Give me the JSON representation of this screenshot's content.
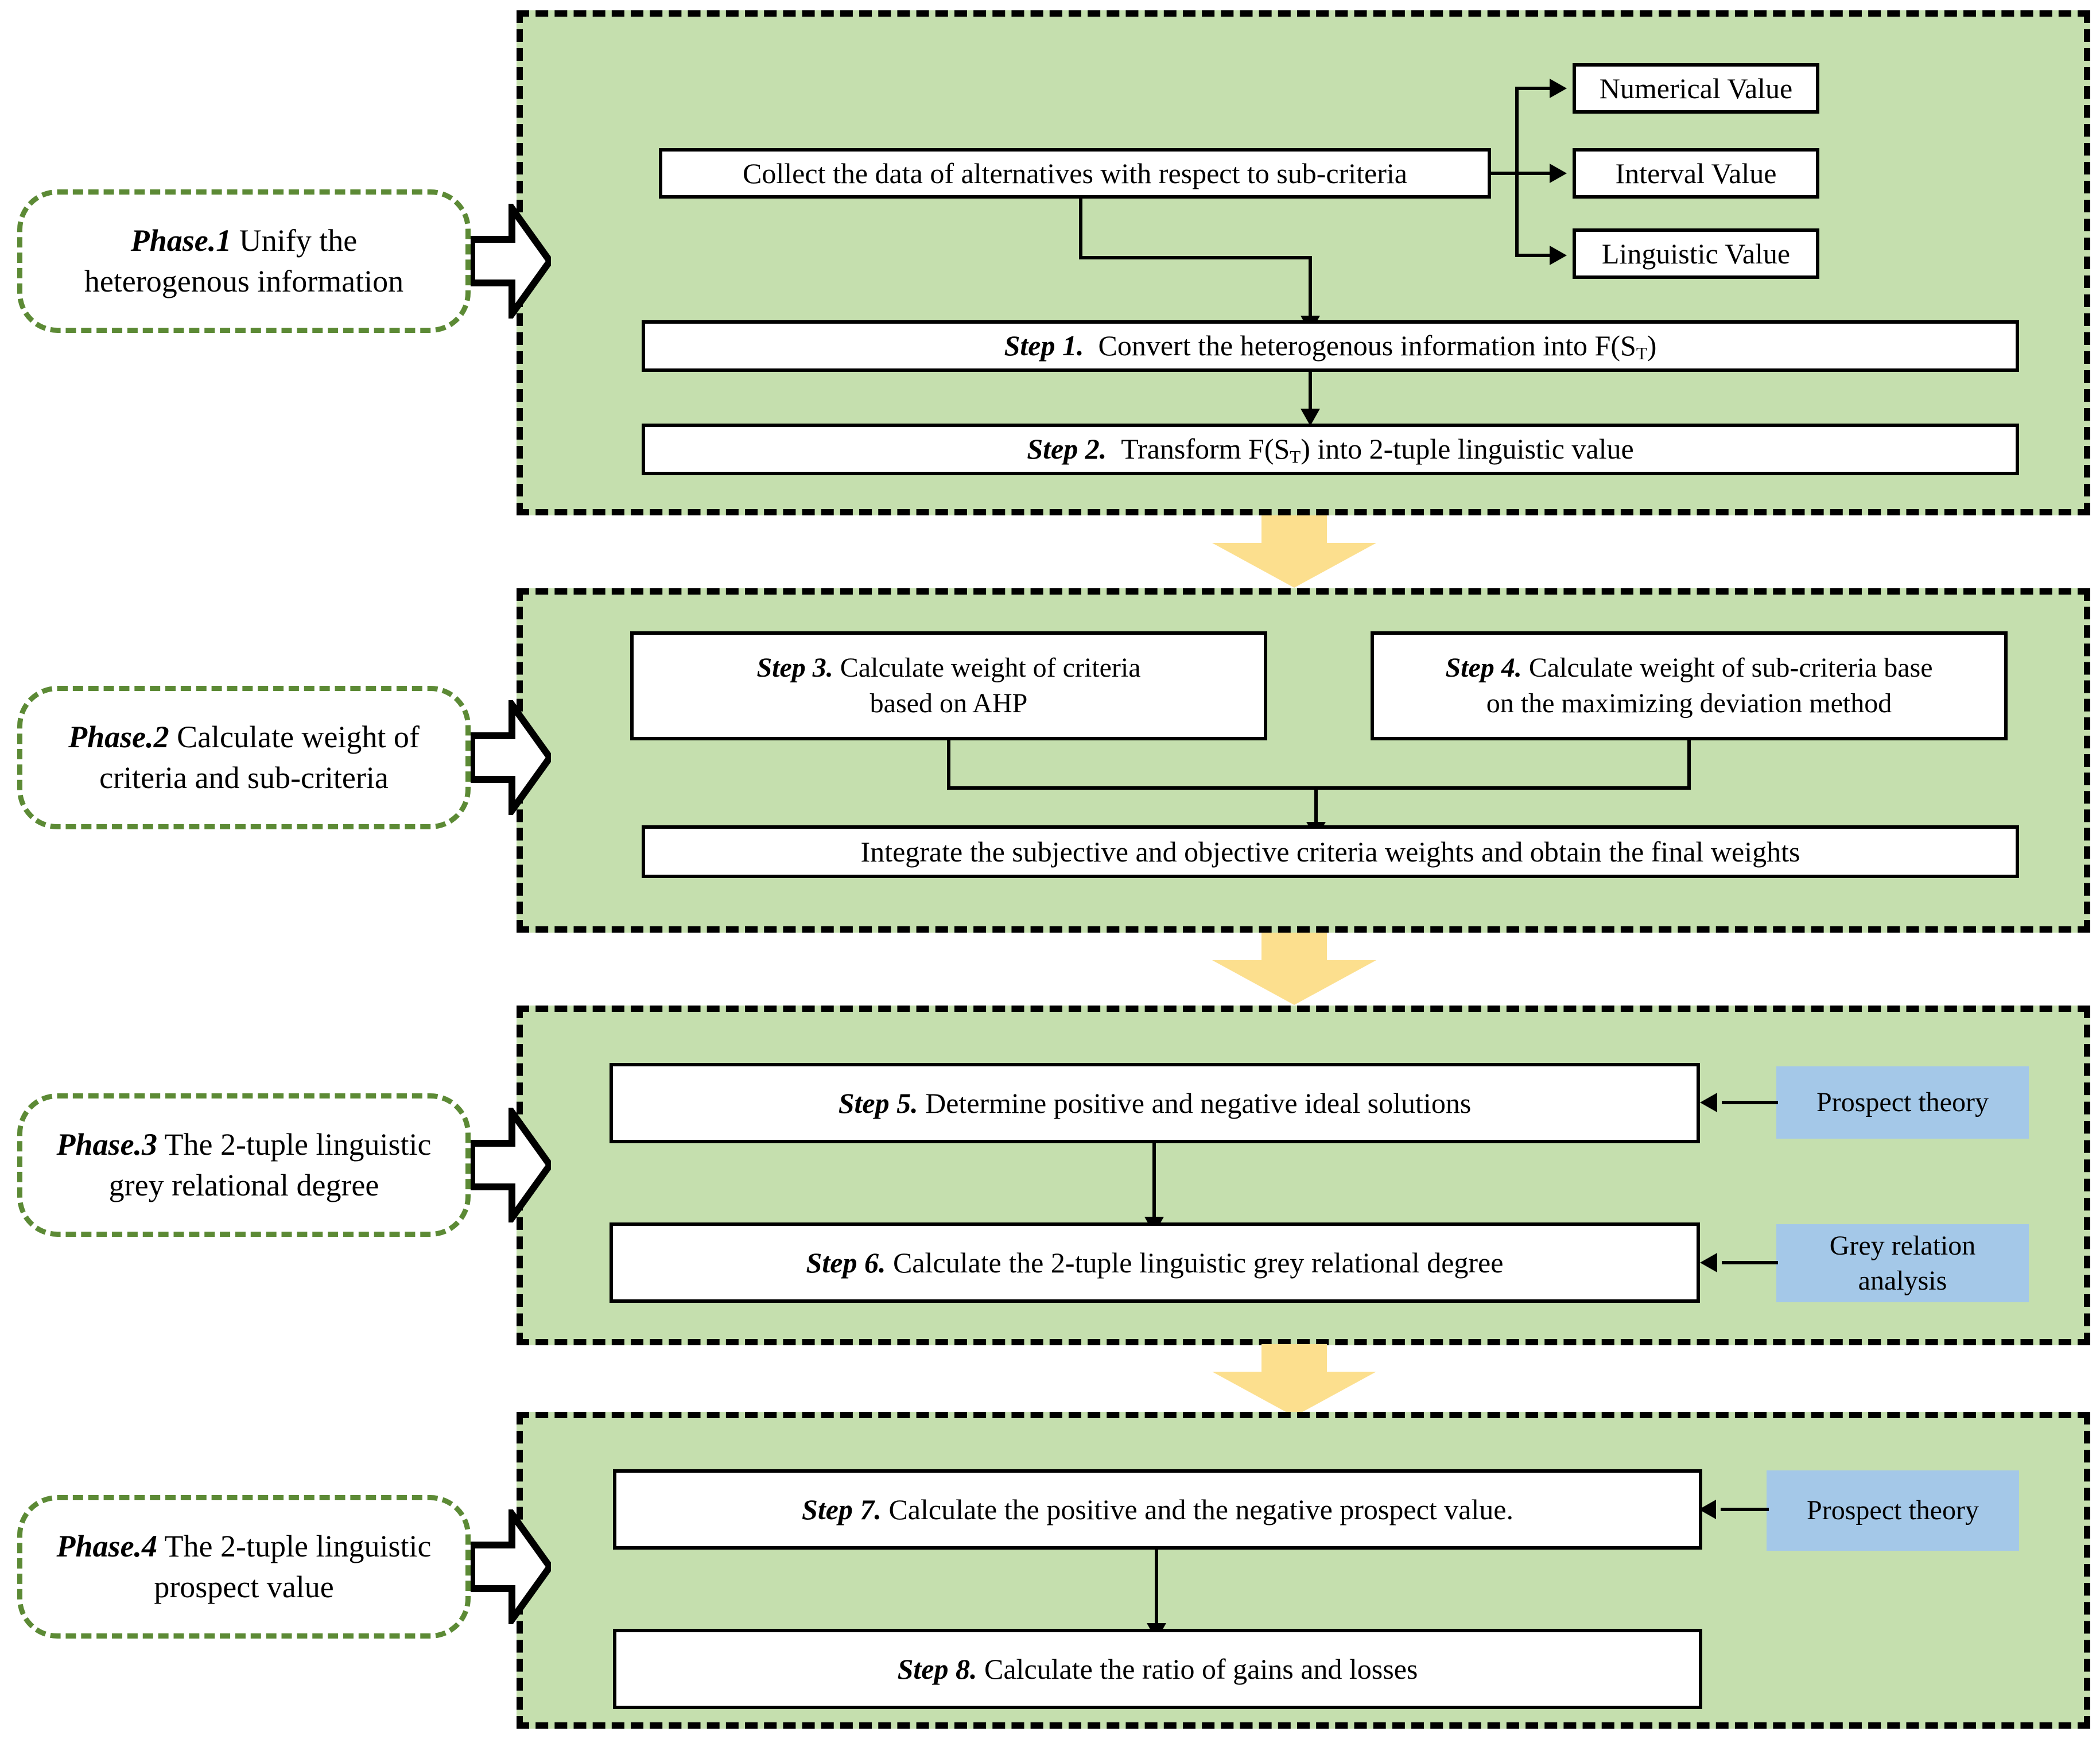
{
  "colors": {
    "panel_fill": "#C5DFAE",
    "panel_border": "#000000",
    "phase_label_border": "#5C8A35",
    "side_box_fill": "#A4C8E8",
    "inter_phase_arrow": "#FCDF8E",
    "box_fill": "#FFFFFF",
    "text": "#000000"
  },
  "phases": [
    {
      "id": "phase-1",
      "tag": "Phase.1",
      "title": "Unify the heterogenous information",
      "line1": " Unify the",
      "line2": "heterogenous information"
    },
    {
      "id": "phase-2",
      "tag": "Phase.2",
      "title": "Calculate weight of criteria and sub-criteria",
      "line1": " Calculate weight of",
      "line2": "criteria and sub-criteria"
    },
    {
      "id": "phase-3",
      "tag": "Phase.3",
      "title": "The 2-tuple linguistic grey relational degree",
      "line1": " The 2-tuple linguistic",
      "line2": "grey relational degree"
    },
    {
      "id": "phase-4",
      "tag": "Phase.4",
      "title": "The 2-tuple linguistic prospect value",
      "line1": " The 2-tuple linguistic",
      "line2": "prospect value"
    }
  ],
  "phase1": {
    "collect_box": "Collect the data of alternatives with respect to sub-criteria",
    "value_boxes": [
      {
        "label": "Numerical Value"
      },
      {
        "label": "Interval Value"
      },
      {
        "label": "Linguistic Value"
      }
    ],
    "step1": {
      "tag": "Step 1.",
      "text": "Convert the heterogenous information into F(S",
      "sub": "T",
      "tail": ")"
    },
    "step2": {
      "tag": "Step 2.",
      "text": "Transform F(S",
      "sub": "T",
      "tail": ") into 2-tuple linguistic value"
    }
  },
  "phase2": {
    "step3": {
      "tag": "Step 3.",
      "line1": " Calculate weight of criteria",
      "line2": "based on AHP"
    },
    "step4": {
      "tag": "Step 4.",
      "line1": " Calculate weight of sub-criteria base",
      "line2": "on the maximizing deviation method"
    },
    "integrate_box": "Integrate the subjective and objective criteria weights and obtain the final weights"
  },
  "phase3": {
    "step5": {
      "tag": "Step 5.",
      "text": " Determine positive and negative ideal solutions"
    },
    "step6": {
      "tag": "Step 6.",
      "text": " Calculate the 2-tuple linguistic grey relational degree"
    },
    "side1": "Prospect theory",
    "side2_line1": "Grey relation",
    "side2_line2": "analysis"
  },
  "phase4": {
    "step7": {
      "tag": "Step 7.",
      "text": " Calculate the positive and the negative prospect value."
    },
    "step8": {
      "tag": "Step 8.",
      "text": " Calculate the ratio of gains and losses"
    },
    "side1": "Prospect theory"
  }
}
